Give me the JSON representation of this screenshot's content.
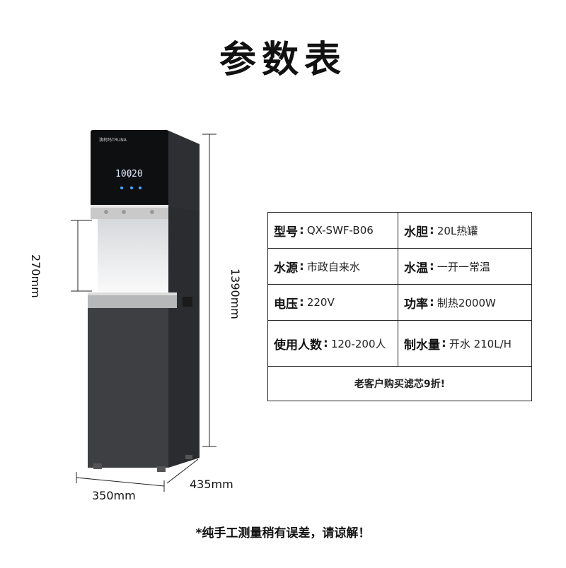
{
  "title": "参数表",
  "brand": "澳柯玛TRUNA",
  "display": {
    "left": "100",
    "right": "20"
  },
  "dimensions": {
    "height_total": "1390mm",
    "height_spout": "270mm",
    "width": "350mm",
    "depth": "435mm"
  },
  "specs": [
    [
      {
        "key": "型号",
        "value": "QX-SWF-B06"
      },
      {
        "key": "水胆",
        "value": "20L热罐"
      }
    ],
    [
      {
        "key": "水源",
        "value": "市政自来水"
      },
      {
        "key": "水温",
        "value": "一开一常温"
      }
    ],
    [
      {
        "key": "电压",
        "value": "220V"
      },
      {
        "key": "功率",
        "value": "制热2000W"
      }
    ],
    [
      {
        "key": "使用人数",
        "value": "120-200人"
      },
      {
        "key": "制水量",
        "value": "开水 210L/H"
      }
    ]
  ],
  "promo": "老客户购买滤芯9折!",
  "disclaimer": "*纯手工测量稍有误差，请谅解！",
  "colors": {
    "cabinet": "#3d3f42",
    "panel": "#111111",
    "display_blue": "#4aa8ff",
    "border": "#222222"
  }
}
